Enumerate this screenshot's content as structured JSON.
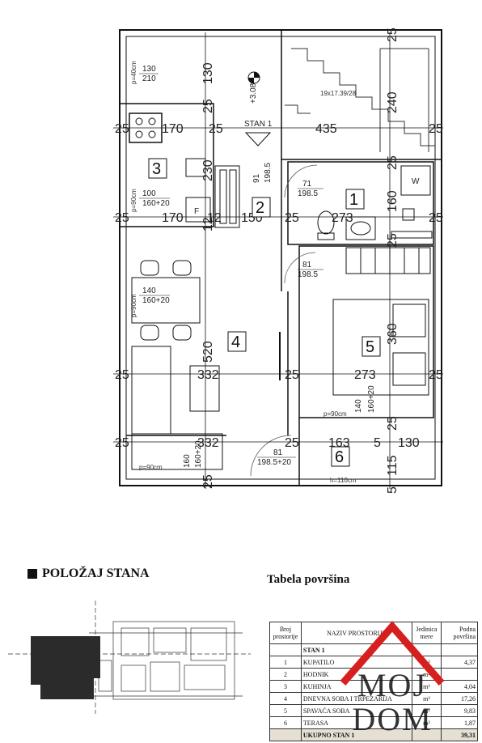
{
  "plan": {
    "stan_label": "STAN 1",
    "level_mark": "+3.08",
    "stair_note": "19x17.39/28",
    "rooms": [
      "1",
      "2",
      "3",
      "4",
      "5",
      "6"
    ],
    "dimensions": {
      "d25": "25",
      "d130": "130",
      "d240": "240",
      "d170": "170",
      "d435": "435",
      "d230": "230",
      "d273": "273",
      "d12": "12",
      "d150": "150",
      "d160": "160",
      "d520": "520",
      "d332": "332",
      "d360": "360",
      "d163": "163",
      "d5": "5",
      "d115": "115",
      "d915": "91\n198.5"
    },
    "openings": {
      "w130_210": [
        "130",
        "210"
      ],
      "w100": [
        "100",
        "160+20"
      ],
      "w140": [
        "140",
        "160+20"
      ],
      "d91": [
        "91",
        "198.5"
      ],
      "d71": [
        "71",
        "198.5"
      ],
      "d81a": [
        "81",
        "198.5"
      ],
      "d81b": [
        "81",
        "198.5+20"
      ],
      "w140b": [
        "140",
        "160+20"
      ],
      "w160b": [
        "160",
        "160+20"
      ]
    },
    "parapets": {
      "p40": "p=40cm",
      "p90a": "p=90cm",
      "p90b": "p=90cm",
      "p90c": "p=90cm",
      "p90d": "p=90cm"
    },
    "fixtures": {
      "washer": "W",
      "fridge": "F"
    },
    "height_note": "h=110cm"
  },
  "position": {
    "title": "POLOŽAJ STANA"
  },
  "table": {
    "title": "Tabela površina",
    "headers": {
      "no": "Broj prostorije",
      "name": "NAZIV PROSTORIJE",
      "unit": "Jedinica mere",
      "area": "Podna površina"
    },
    "section": "STAN 1",
    "rows": [
      {
        "no": "1",
        "name": "KUPATILO",
        "unit": "m²",
        "area": "4,37"
      },
      {
        "no": "2",
        "name": "HODNIK",
        "unit": "m²",
        "area": ""
      },
      {
        "no": "3",
        "name": "KUHINJA",
        "unit": "m²",
        "area": "4,04"
      },
      {
        "no": "4",
        "name": "DNEVNA SOBA I TRPEZARIJA",
        "unit": "m²",
        "area": "17,26"
      },
      {
        "no": "5",
        "name": "SPAVAĆA SOBA",
        "unit": "m²",
        "area": "9,83"
      },
      {
        "no": "6",
        "name": "TERASA",
        "unit": "m²",
        "area": "1,87"
      }
    ],
    "total": {
      "name": "UKUPNO STAN 1",
      "area": "39,31"
    }
  },
  "logo": {
    "line1": "MOJ",
    "line2": "DOM"
  },
  "colors": {
    "logo_red": "#d6201f",
    "table_total_bg": "#e6e0d4"
  }
}
